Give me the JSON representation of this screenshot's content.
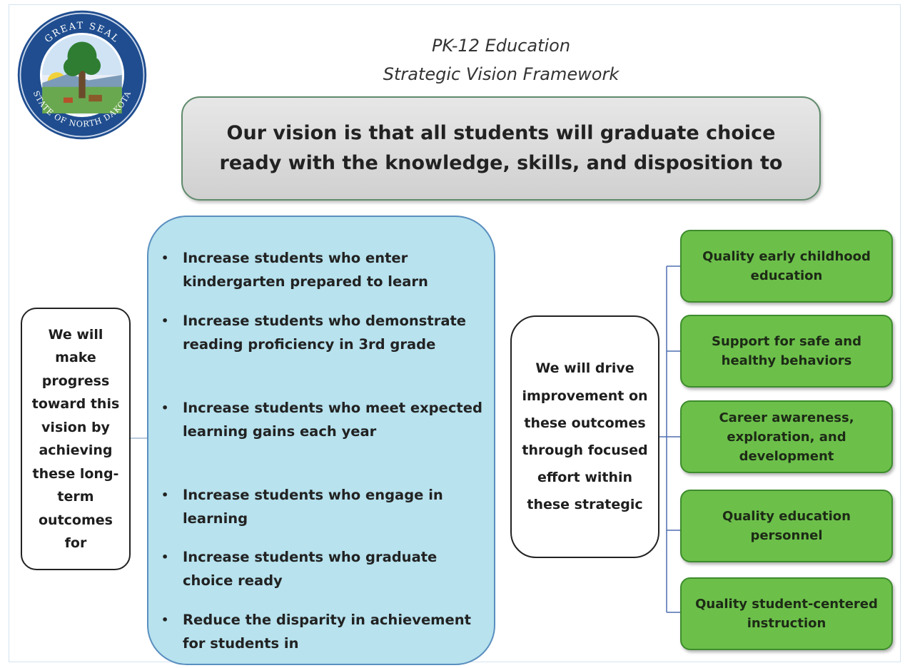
{
  "title": {
    "line1": "PK-12 Education",
    "line2": "Strategic Vision Framework"
  },
  "seal": {
    "text_top": "GREAT SEAL",
    "text_bottom": "STATE OF NORTH DAKOTA",
    "icon": "north-dakota-great-seal"
  },
  "vision": "Our vision is that all students will graduate choice ready with the knowledge, skills, and disposition to",
  "left_statement": "We will make progress toward this vision by achieving these long-term outcomes for",
  "outcomes": [
    "Increase students who enter kindergarten prepared to learn",
    "Increase students who demonstrate reading proficiency in 3rd grade",
    "Increase students who meet expected learning gains each year",
    "Increase students who engage in learning",
    "Increase students who graduate choice ready",
    "Reduce the disparity in achievement for students in"
  ],
  "middle_statement": "We will drive improvement on these outcomes through focused effort within these strategic",
  "strategic_areas": [
    "Quality early childhood education",
    "Support for safe and healthy behaviors",
    "Career awareness, exploration, and development",
    "Quality education personnel",
    "Quality student-centered instruction"
  ],
  "colors": {
    "vision_box": "#d9d9d9",
    "outcomes_box": "#b7e2ee",
    "strategy_box": "#6cc04a",
    "connector": "#4f6fb0"
  }
}
